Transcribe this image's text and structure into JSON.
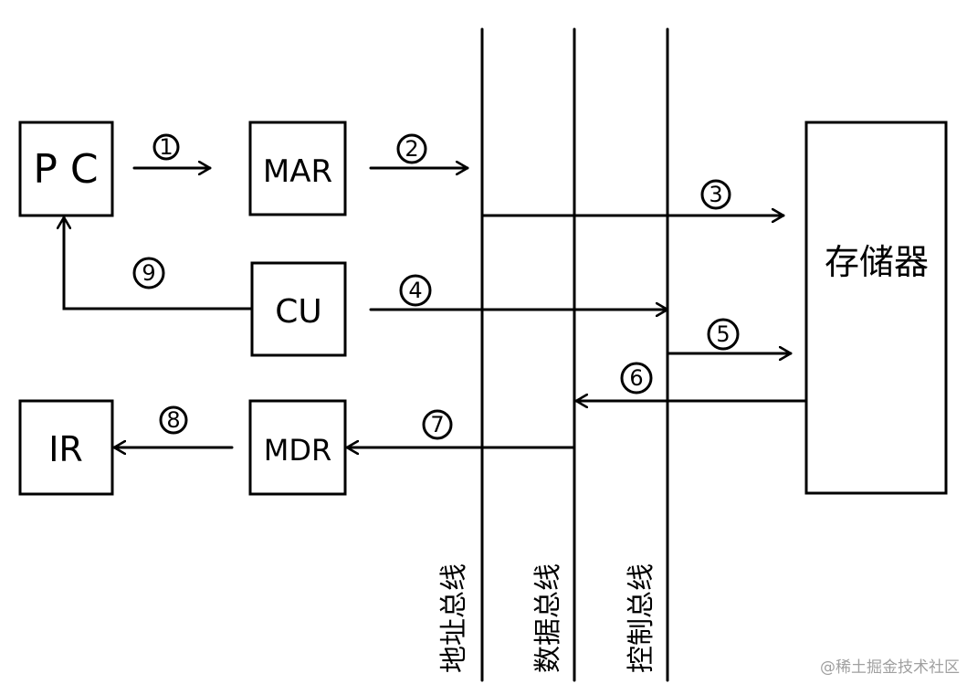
{
  "components": {
    "pc": "P C",
    "mar": "MAR",
    "cu": "CU",
    "ir": "IR",
    "mdr": "MDR",
    "memory": "存储器"
  },
  "buses": {
    "address": "地址总线",
    "data": "数据总线",
    "control": "控制总线"
  },
  "steps": [
    "1",
    "2",
    "3",
    "4",
    "5",
    "6",
    "7",
    "8",
    "9"
  ],
  "watermark": "@稀土掘金技术社区"
}
